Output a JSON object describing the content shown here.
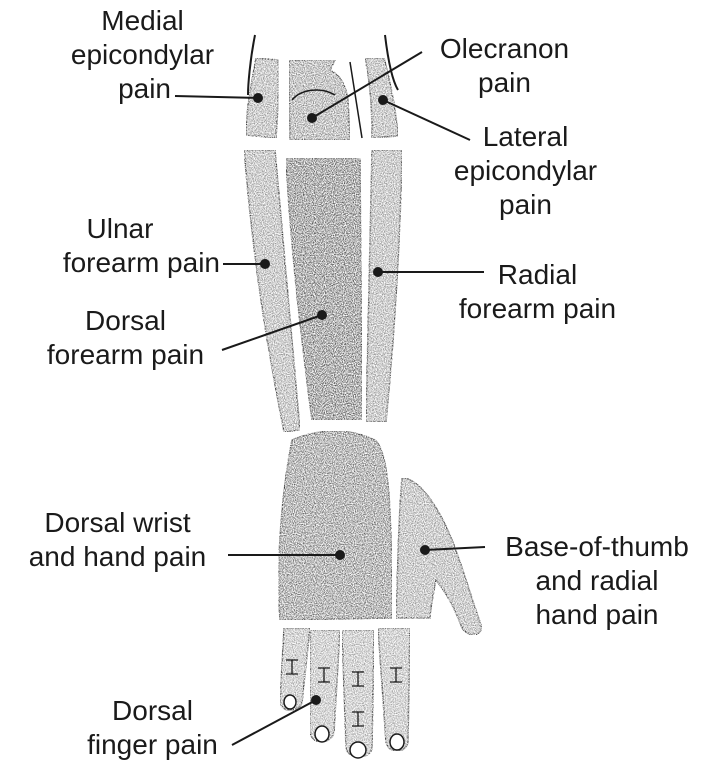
{
  "labels": {
    "medial_epicondylar": [
      "Medial",
      "epicondylar",
      "pain"
    ],
    "olecranon": [
      "Olecranon",
      "pain"
    ],
    "lateral_epicondylar": [
      "Lateral",
      "epicondylar",
      "pain"
    ],
    "ulnar_forearm": [
      "Ulnar",
      "forearm pain"
    ],
    "radial_forearm": [
      "Radial",
      "forearm pain"
    ],
    "dorsal_forearm": [
      "Dorsal",
      "forearm pain"
    ],
    "dorsal_wrist_hand": [
      "Dorsal wrist",
      "and hand pain"
    ],
    "base_of_thumb": [
      "Base-of-thumb",
      "and radial",
      "hand pain"
    ],
    "dorsal_finger": [
      "Dorsal",
      "finger pain"
    ]
  },
  "colors": {
    "ink": "#1a1a1a",
    "stipple_light": "#9a9a9a",
    "stipple_dark": "#555555",
    "band_gap": "#ffffff"
  }
}
